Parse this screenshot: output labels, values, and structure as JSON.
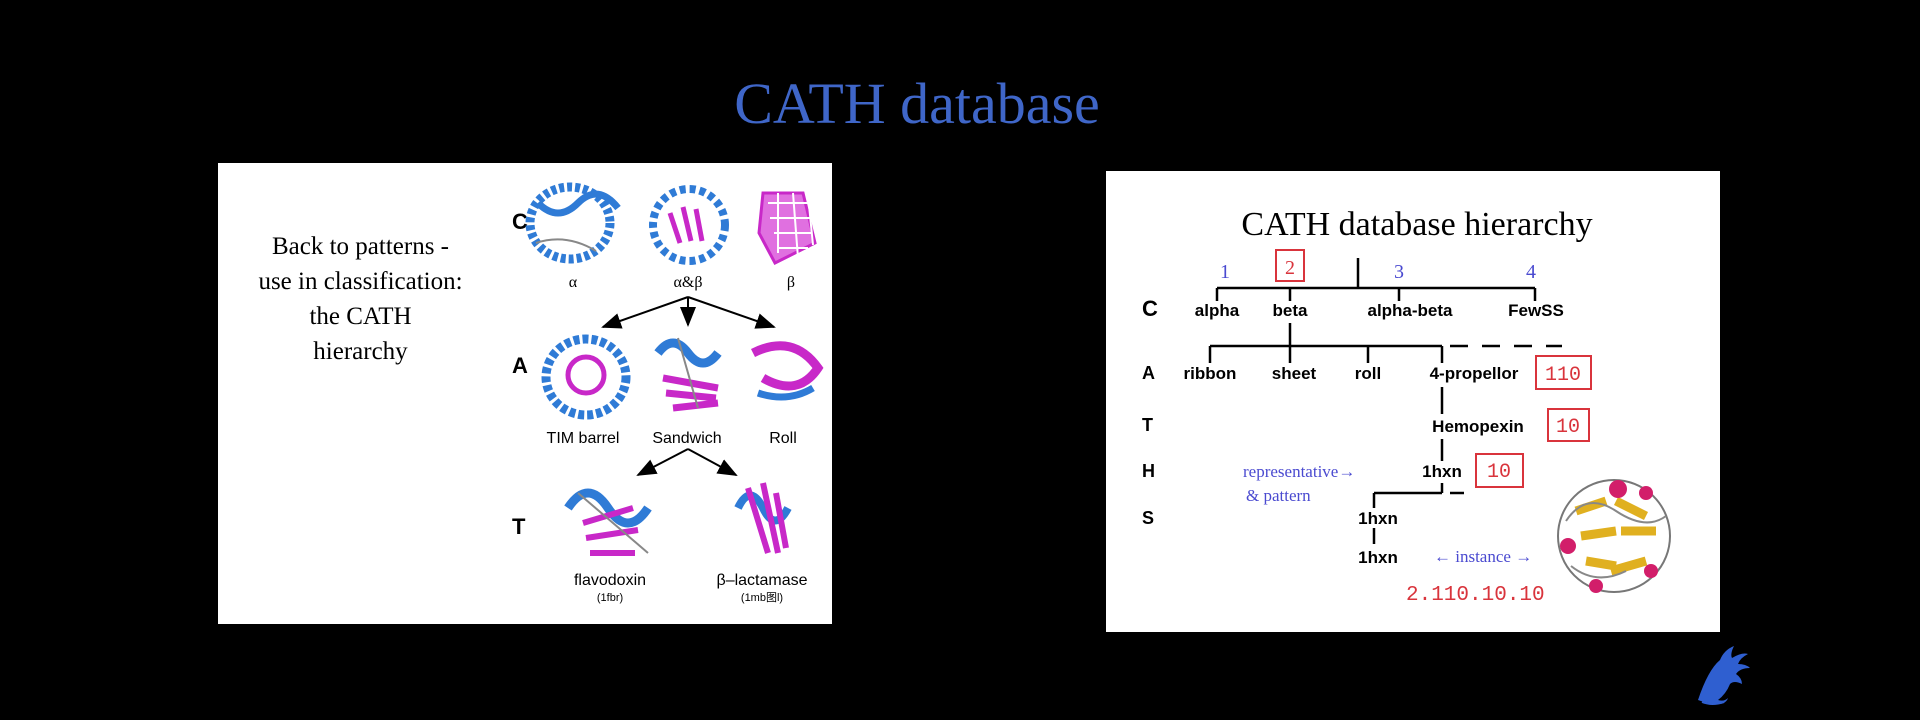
{
  "slide": {
    "title": "CATH database",
    "colors": {
      "background": "#000000",
      "title": "#3f66c8",
      "accent_red": "#d9343c",
      "accent_blue": "#4a4ad0",
      "helix": "#2f7bd6",
      "sheet": "#c828c8"
    },
    "logo_icon": "griffin-icon"
  },
  "left": {
    "intro": [
      "Back to patterns -",
      "use in classification:",
      "the CATH",
      "hierarchy"
    ],
    "levels": [
      "C",
      "A",
      "T"
    ],
    "class_labels": [
      "α",
      "α&β",
      "β"
    ],
    "architecture_labels": [
      "TIM barrel",
      "Sandwich",
      "Roll"
    ],
    "topology_labels": [
      "flavodoxin",
      "β–lactamase"
    ],
    "topology_codes": [
      "(1fbr)",
      "(1mb图l)"
    ]
  },
  "right": {
    "title": "CATH database hierarchy",
    "levels": [
      "C",
      "A",
      "T",
      "H",
      "S"
    ],
    "class_numbers": [
      "1",
      "2",
      "3",
      "4"
    ],
    "class_labels": [
      "alpha",
      "beta",
      "alpha-beta",
      "FewSS"
    ],
    "architecture_labels": [
      "ribbon",
      "sheet",
      "roll",
      "4-propellor"
    ],
    "architecture_code": "110",
    "topology_label": "Hemopexin",
    "topology_code": "10",
    "homology_label": "1hxn",
    "homology_code": "10",
    "representative_note": [
      "representative→",
      "& pattern"
    ],
    "s_labels": [
      "1hxn",
      "1hxn"
    ],
    "instance_note": "← instance →",
    "cath_code": "2.110.10.10"
  }
}
